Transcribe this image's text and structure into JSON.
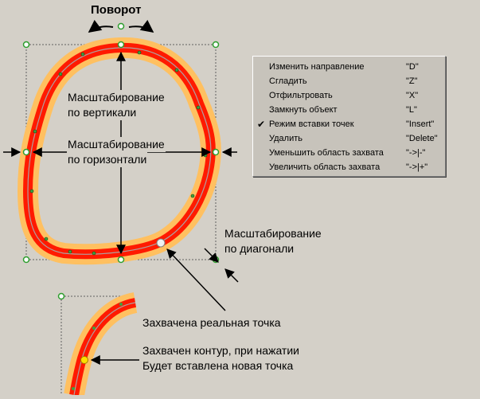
{
  "labels": {
    "rotate": "Поворот",
    "scale_vertical_1": "Масштабирование",
    "scale_vertical_2": "по вертикали",
    "scale_horizontal_1": "Масштабирование",
    "scale_horizontal_2": "по горизонтали",
    "scale_diagonal_1": "Масштабирование",
    "scale_diagonal_2": "по диагонали",
    "grabbed_point": "Захвачена реальная точка",
    "grabbed_contour_1": "Захвачен контур, при нажатии",
    "grabbed_contour_2": "Будет вставлена новая точка"
  },
  "context_menu": {
    "items": [
      {
        "label": "Изменить направление",
        "shortcut": "\"D\"",
        "checked": false
      },
      {
        "label": "Сгладить",
        "shortcut": "\"Z\"",
        "checked": false
      },
      {
        "label": "Отфильтровать",
        "shortcut": "\"X\"",
        "checked": false
      },
      {
        "label": "Замкнуть объект",
        "shortcut": "\"L\"",
        "checked": false
      },
      {
        "label": "Режим вставки точек",
        "shortcut": "\"Insert\"",
        "checked": true
      },
      {
        "label": "Удалить",
        "shortcut": "\"Delete\"",
        "checked": false
      },
      {
        "label": "Уменьшить область захвата",
        "shortcut": "\"->|-\"",
        "checked": false
      },
      {
        "label": "Увеличить область захвата",
        "shortcut": "\"->|+\"",
        "checked": false
      }
    ]
  },
  "colors": {
    "background": "#d4d0c8",
    "contour_red": "#ff1a00",
    "contour_halo": "#ffc060",
    "handle_green": "#2e9e2e",
    "selection_point": "#ffe000"
  }
}
